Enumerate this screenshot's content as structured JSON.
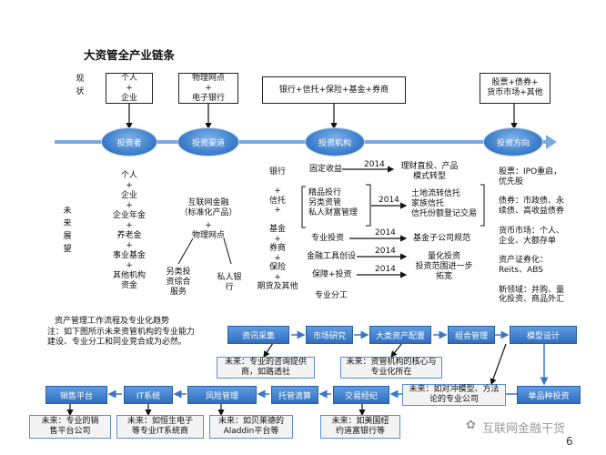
{
  "title": "大资管全产业链条",
  "row_labels": {
    "current": "现状",
    "future": "未来展望"
  },
  "top_boxes": {
    "individual_enterprise": "个人\n+\n企业",
    "physical_ebank": "物理网点\n+\n电子银行",
    "institutions": "银行+信托+保险+基金+券商",
    "directions": "股票+债券+\n货币市场+其他"
  },
  "ovals": {
    "investor": "投资者",
    "channel": "投资渠道",
    "institution": "投资机构",
    "direction": "投资方向"
  },
  "investor_future": "个人\n+\n企业\n+\n企业年金\n+\n养老金\n+\n事业基金\n+\n其他机构\n资金",
  "channel_future": {
    "internet_finance": "互联网金融\n（标准化产品）",
    "plus": "+",
    "physical": "物理网点",
    "alt_investment": "另类投\n资综合\n服务",
    "private_bank": "私人银\n行"
  },
  "institution_list": "银行\n\n+\n信托\n+\n\n基金\n+\n券商\n+\n保险\n+\n期货及其他",
  "functions": {
    "fixed_income": "固定收益",
    "wealth": "精品投行\n另类资管\n私人财富管理",
    "professional": "专业投资",
    "financial_tools": "金融工具创设",
    "guarantee": "保障+投资",
    "division": "专业分工"
  },
  "year_labels": [
    "2014",
    "2014",
    "2014",
    "2014",
    "2014"
  ],
  "transitions": {
    "t1": "理财直投、产品\n模式转型",
    "t2": "土地流转信托\n家族信托\n信托份额登记交易",
    "t3": "基金子公司规范",
    "t4": "量化投资\n投资范围进一步\n拓宽"
  },
  "direction_future": "股票：IPO重启，\n优先股\n\n债券：市政债、永\n续债、高收益债券\n\n货币市场：个人、\n企业、大额存单\n\n资产证券化：\nReits、ABS\n\n新领域：并购、量\n化投资、商品外汇",
  "process": {
    "heading": "资产管理工作流程及专业化趋势",
    "note": "注：如下图所示未来资管机构的专业能力\n建设、专业分工和同业竞合成为必然。",
    "row1": [
      "资讯采集",
      "市场研究",
      "大类资产配置",
      "组合管理",
      "模型设计"
    ],
    "row2": [
      "销售平台",
      "IT系统",
      "风险管理",
      "托管清算",
      "交易经纪",
      "单品种投资"
    ],
    "future_notes": {
      "consulting": "未来：专业的咨询提供\n商，如路透社",
      "core": "未来：资管机构的核心与\n专业化所在",
      "hedge": "未来：如对冲模型、方法\n论的专业公司",
      "sales": "未来：专业的销\n售平台公司",
      "it": "未来：如恒生电子\n等专业IT系统商",
      "risk": "未来：如贝莱德的\nAladdin平台等",
      "custody": "未来：如美国纽\n约道富银行等"
    }
  },
  "watermark": "互联网金融干货",
  "page_number": "6"
}
